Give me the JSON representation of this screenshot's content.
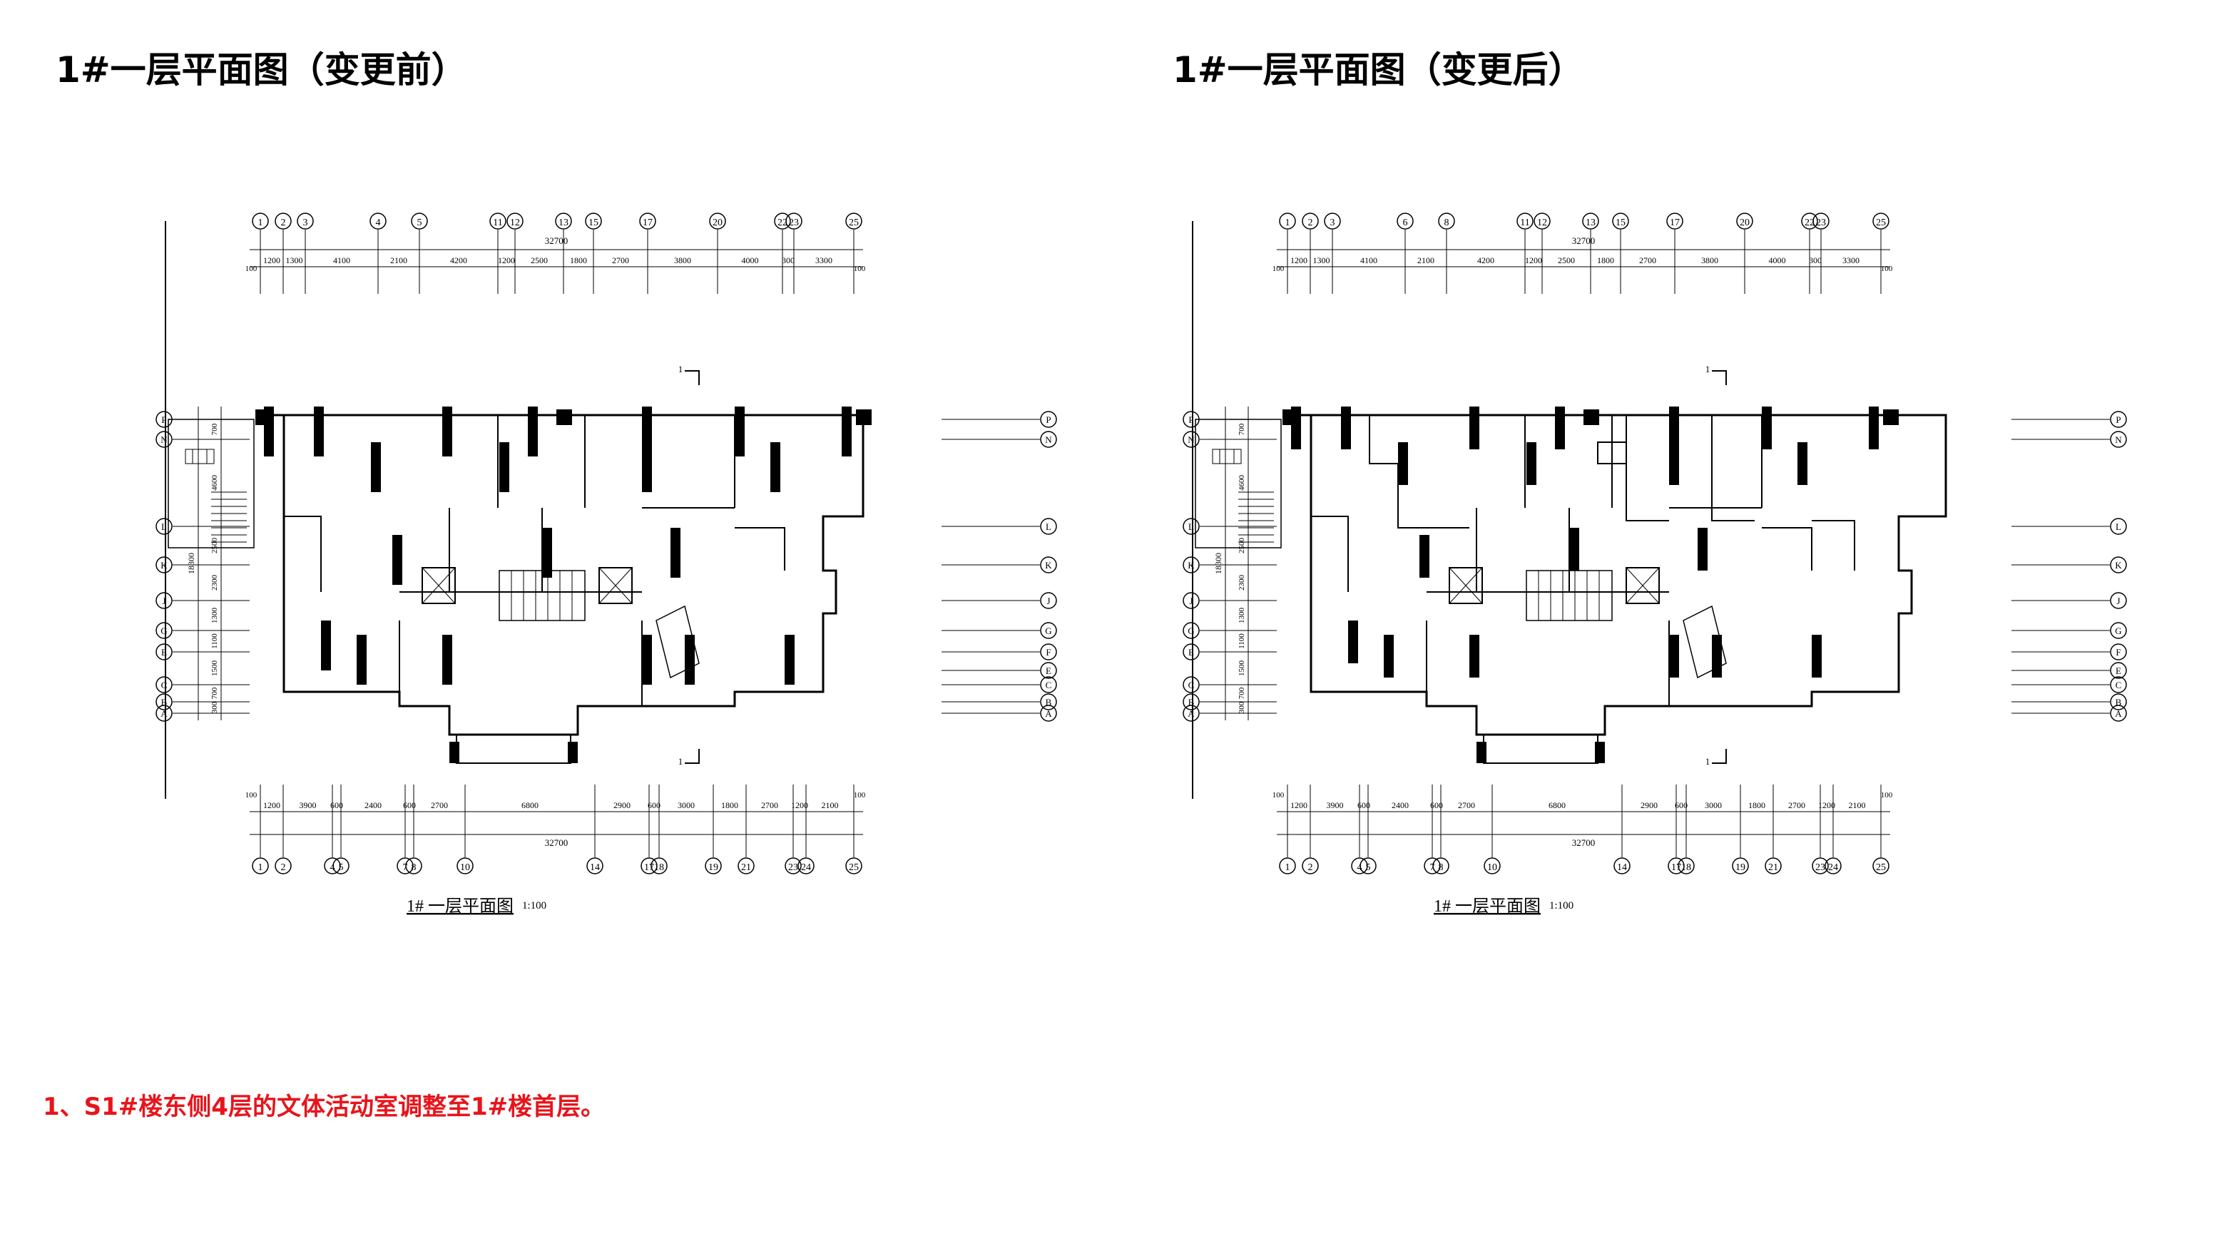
{
  "titles": {
    "before": "1#一层平面图（变更前）",
    "after": "1#一层平面图（变更后）"
  },
  "plans": {
    "before": {
      "caption": "1# 一层平面图",
      "scale": "1:100",
      "top_axes": [
        "1",
        "2",
        "3",
        "4",
        "5",
        "11",
        "12",
        "13",
        "15",
        "17",
        "20",
        "22",
        "23",
        "25"
      ],
      "top_dims": [
        "1200",
        "1300",
        "4100",
        "2100",
        "4200",
        "1200",
        "2500",
        "1800",
        "2700",
        "3800",
        "4000",
        "300",
        "3300"
      ],
      "top_total": "32700",
      "bottom_axes": [
        "1",
        "2",
        "4",
        "5",
        "7",
        "8",
        "10",
        "14",
        "17",
        "18",
        "19",
        "21",
        "23",
        "24",
        "25"
      ],
      "bottom_dims": [
        "1200",
        "3900",
        "600",
        "2400",
        "600",
        "2700",
        "6800",
        "2900",
        "600",
        "3000",
        "1800",
        "2700",
        "1200",
        "2100"
      ],
      "bottom_total": "32700",
      "left_axes": [
        "P",
        "N",
        "L",
        "K",
        "J",
        "G",
        "E",
        "C",
        "B",
        "A"
      ],
      "right_axes": [
        "P",
        "N",
        "L",
        "K",
        "J",
        "G",
        "F",
        "E",
        "C",
        "B",
        "A"
      ],
      "side_dims": [
        "700",
        "4600",
        "2500",
        "2300",
        "1300",
        "1100",
        "1500",
        "700",
        "300"
      ],
      "side_total": "18300",
      "section_mark": "1",
      "small_labels": [
        "100"
      ]
    },
    "after": {
      "caption": "1# 一层平面图",
      "scale": "1:100",
      "top_axes": [
        "1",
        "2",
        "3",
        "6",
        "8",
        "11",
        "12",
        "13",
        "15",
        "17",
        "20",
        "22",
        "23",
        "25"
      ],
      "top_dims": [
        "1200",
        "1300",
        "4100",
        "2100",
        "4200",
        "1200",
        "2500",
        "1800",
        "2700",
        "3800",
        "4000",
        "300",
        "3300"
      ],
      "top_total": "32700",
      "bottom_axes": [
        "1",
        "2",
        "4",
        "5",
        "7",
        "8",
        "10",
        "14",
        "17",
        "18",
        "19",
        "21",
        "23",
        "24",
        "25"
      ],
      "bottom_dims": [
        "1200",
        "3900",
        "600",
        "2400",
        "600",
        "2700",
        "6800",
        "2900",
        "600",
        "3000",
        "1800",
        "2700",
        "1200",
        "2100"
      ],
      "bottom_total": "32700",
      "left_axes": [
        "P",
        "N",
        "L",
        "K",
        "J",
        "G",
        "E",
        "C",
        "B",
        "A"
      ],
      "right_axes": [
        "P",
        "N",
        "L",
        "K",
        "J",
        "G",
        "F",
        "E",
        "C",
        "B",
        "A"
      ],
      "side_dims": [
        "700",
        "4600",
        "2500",
        "2300",
        "1300",
        "1100",
        "1500",
        "700",
        "300"
      ],
      "side_total": "18300",
      "section_mark": "1",
      "small_labels": [
        "100"
      ]
    }
  },
  "note": "1、S1#楼东侧4层的文体活动室调整至1#楼首层。"
}
